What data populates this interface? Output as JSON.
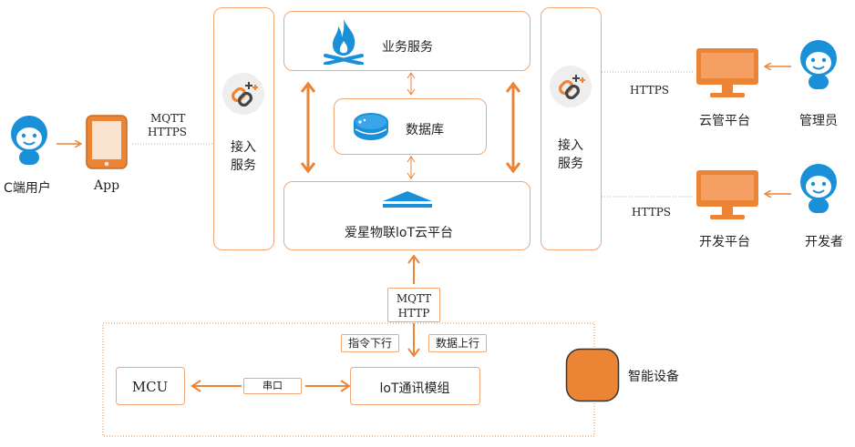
{
  "colors": {
    "accent": "#ec8436",
    "border": "#f0a878",
    "blue": "#1a90d8",
    "icon_bg": "#eeeeee"
  },
  "left": {
    "user_label": "C端用户",
    "app_label": "App",
    "protocol_line1": "MQTT",
    "protocol_line2": "HTTPS"
  },
  "access_left": {
    "line1": "接入",
    "line2": "服务"
  },
  "access_right": {
    "line1": "接入",
    "line2": "服务"
  },
  "center": {
    "business": "业务服务",
    "database": "数据库",
    "platform": "爱星物联loT云平台"
  },
  "right": {
    "https_top": "HTTPS",
    "https_bottom": "HTTPS",
    "cloud_mgmt": "云管平台",
    "admin": "管理员",
    "dev_platform": "开发平台",
    "developer": "开发者"
  },
  "device": {
    "protocol_line1": "MQTT",
    "protocol_line2": "HTTP",
    "cmd_down": "指令下行",
    "data_up": "数据上行",
    "mcu": "MCU",
    "serial": "串口",
    "module": "loT通讯模组",
    "smart_device": "智能设备"
  }
}
